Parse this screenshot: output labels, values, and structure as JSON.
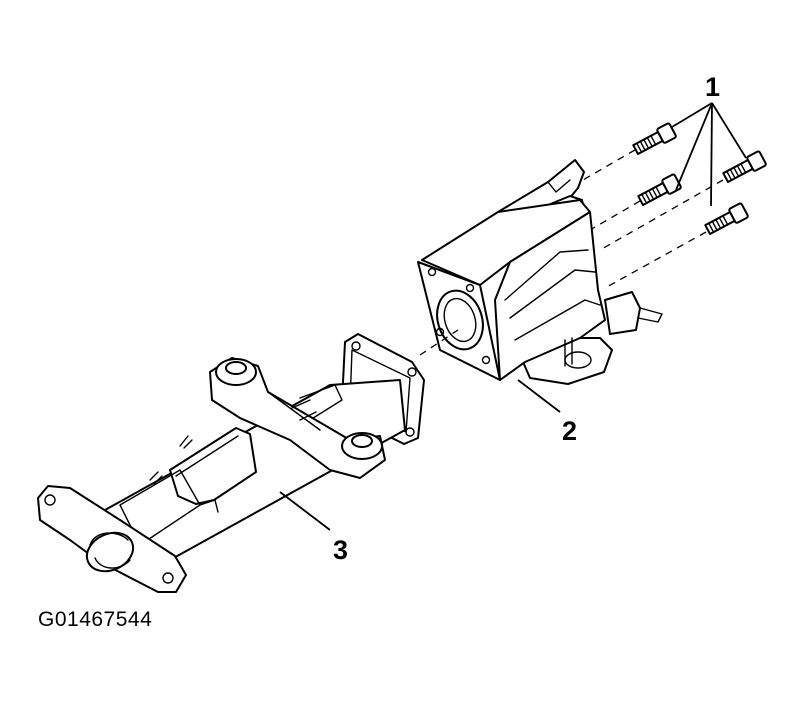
{
  "callouts": {
    "bolts": "1",
    "housing": "2",
    "column": "3"
  },
  "figure_code": "G01467544"
}
